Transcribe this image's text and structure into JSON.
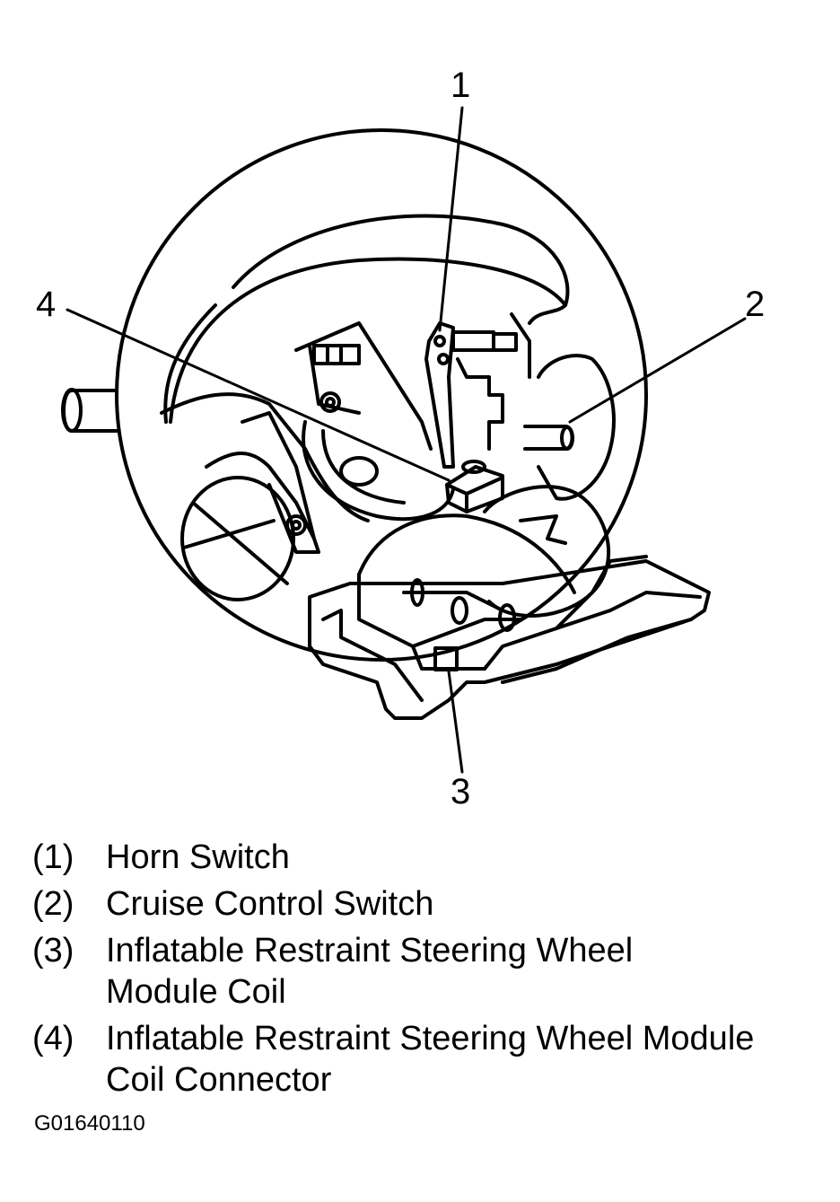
{
  "diagram": {
    "callouts": [
      {
        "number": "1"
      },
      {
        "number": "2"
      },
      {
        "number": "3"
      },
      {
        "number": "4"
      }
    ]
  },
  "legend": [
    {
      "number": "(1)",
      "lines": [
        "Horn Switch"
      ]
    },
    {
      "number": "(2)",
      "lines": [
        "Cruise Control Switch"
      ]
    },
    {
      "number": "(3)",
      "lines": [
        "Inflatable Restraint Steering Wheel",
        "Module Coil"
      ]
    },
    {
      "number": "(4)",
      "lines": [
        "Inflatable Restraint Steering Wheel Module",
        "Coil Connector"
      ]
    }
  ],
  "figure_id": "G01640110",
  "colors": {
    "ink": "#000000",
    "background": "#ffffff"
  }
}
